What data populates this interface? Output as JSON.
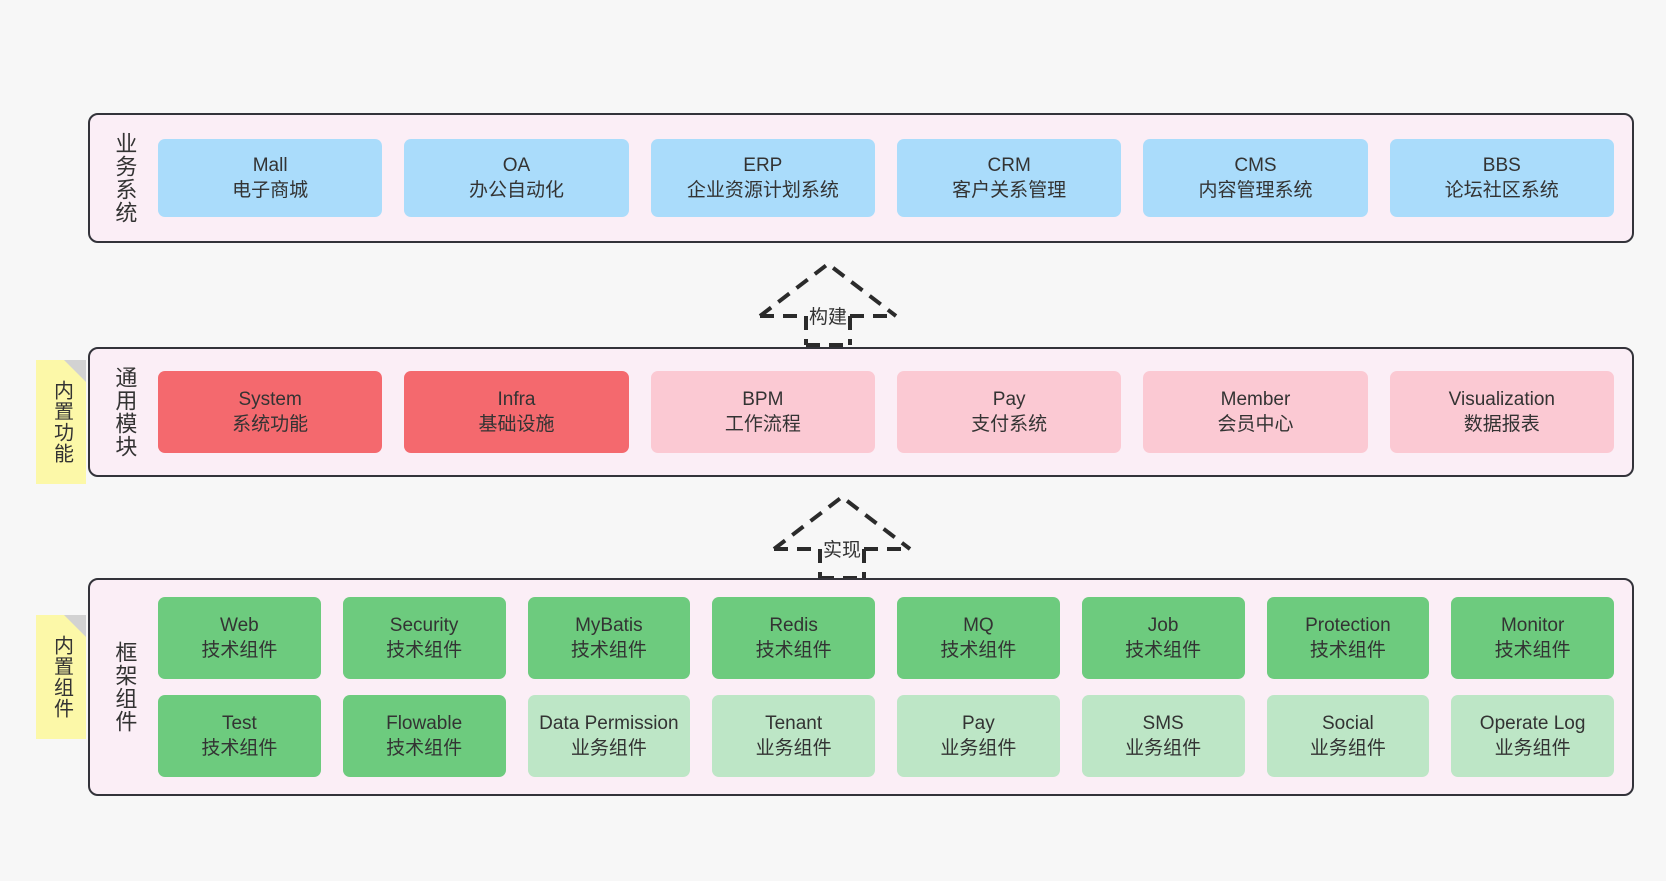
{
  "colors": {
    "panel_bg": "#fbeef6",
    "panel_border": "#33333a",
    "blue": "#aadcfb",
    "red": "#f4696e",
    "pink": "#fbc9d3",
    "green": "#6dcb7e",
    "light_green": "#bde6c6",
    "note_yellow": "#fcf8a8",
    "canvas_bg": "#f7f7f7"
  },
  "layers": {
    "business": {
      "title": "业务系统",
      "items": [
        {
          "en": "Mall",
          "cn": "电子商城"
        },
        {
          "en": "OA",
          "cn": "办公自动化"
        },
        {
          "en": "ERP",
          "cn": "企业资源计划系统"
        },
        {
          "en": "CRM",
          "cn": "客户关系管理"
        },
        {
          "en": "CMS",
          "cn": "内容管理系统"
        },
        {
          "en": "BBS",
          "cn": "论坛社区系统"
        }
      ]
    },
    "modules": {
      "title": "通用模块",
      "note": "内置功能",
      "items": [
        {
          "en": "System",
          "cn": "系统功能",
          "style": "red"
        },
        {
          "en": "Infra",
          "cn": "基础设施",
          "style": "red"
        },
        {
          "en": "BPM",
          "cn": "工作流程",
          "style": "pink"
        },
        {
          "en": "Pay",
          "cn": "支付系统",
          "style": "pink"
        },
        {
          "en": "Member",
          "cn": "会员中心",
          "style": "pink"
        },
        {
          "en": "Visualization",
          "cn": "数据报表",
          "style": "pink"
        }
      ]
    },
    "framework": {
      "title": "框架组件",
      "note": "内置组件",
      "row1": [
        {
          "en": "Web",
          "cn": "技术组件",
          "style": "green"
        },
        {
          "en": "Security",
          "cn": "技术组件",
          "style": "green"
        },
        {
          "en": "MyBatis",
          "cn": "技术组件",
          "style": "green"
        },
        {
          "en": "Redis",
          "cn": "技术组件",
          "style": "green"
        },
        {
          "en": "MQ",
          "cn": "技术组件",
          "style": "green"
        },
        {
          "en": "Job",
          "cn": "技术组件",
          "style": "green"
        },
        {
          "en": "Protection",
          "cn": "技术组件",
          "style": "green"
        },
        {
          "en": "Monitor",
          "cn": "技术组件",
          "style": "green"
        }
      ],
      "row2": [
        {
          "en": "Test",
          "cn": "技术组件",
          "style": "green"
        },
        {
          "en": "Flowable",
          "cn": "技术组件",
          "style": "green"
        },
        {
          "en": "Data Permission",
          "cn": "业务组件",
          "style": "light_green"
        },
        {
          "en": "Tenant",
          "cn": "业务组件",
          "style": "light_green"
        },
        {
          "en": "Pay",
          "cn": "业务组件",
          "style": "light_green"
        },
        {
          "en": "SMS",
          "cn": "业务组件",
          "style": "light_green"
        },
        {
          "en": "Social",
          "cn": "业务组件",
          "style": "light_green"
        },
        {
          "en": "Operate Log",
          "cn": "业务组件",
          "style": "light_green"
        }
      ]
    }
  },
  "arrows": {
    "build": "构建",
    "implement": "实现"
  }
}
